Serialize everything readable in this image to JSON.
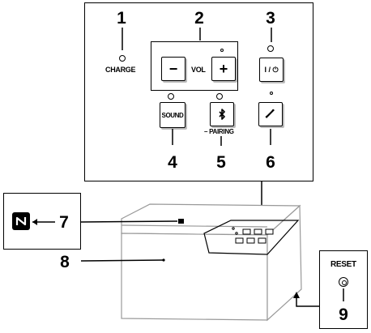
{
  "labels": {
    "charge": "CHARGE",
    "vol": "VOL",
    "minus": "−",
    "plus": "+",
    "power": "I / ⏻",
    "sound": "SOUND",
    "bluetooth": "ʙ",
    "pairing": "– PAIRING",
    "phone": "✆",
    "reset": "RESET",
    "nfc": "N"
  },
  "numbers": {
    "n1": "1",
    "n2": "2",
    "n3": "3",
    "n4": "4",
    "n5": "5",
    "n6": "6",
    "n7": "7",
    "n8": "8",
    "n9": "9"
  },
  "icons": {
    "nfc": "nfc-mark-icon",
    "bluetooth": "bluetooth-icon",
    "phone": "phone-handset-icon",
    "power": "power-icon"
  }
}
